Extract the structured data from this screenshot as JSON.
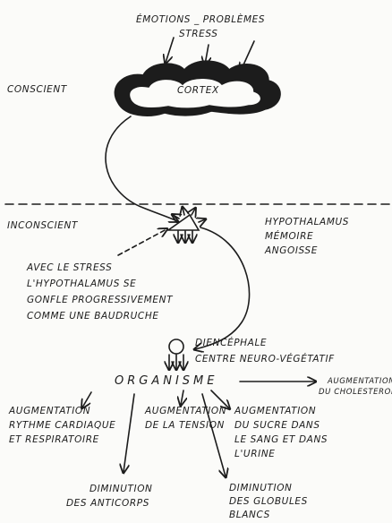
{
  "header": {
    "line1": "ÉMOTIONS _ PROBLÈMES",
    "line2": "STRESS"
  },
  "zones": {
    "conscient": "CONSCIENT",
    "inconscient": "INCONSCIENT"
  },
  "cortex": "CORTEX",
  "hypothalamus": {
    "line1": "HYPOTHALAMUS",
    "line2": "MÉMOIRE",
    "line3": "ANGOISSE"
  },
  "stress_note": {
    "line1": "AVEC LE STRESS",
    "line2": "L'HYPOTHALAMUS SE",
    "line3": "GONFLE PROGRESSIVEMENT",
    "line4": "COMME UNE BAUDRUCHE"
  },
  "diencephale": {
    "line1": "DIENCÉPHALE",
    "line2": "CENTRE NEURO-VÉGÉTATIF"
  },
  "organisme": "ORGANISME",
  "effects": {
    "cholesterol": {
      "line1": "AUGMENTATION",
      "line2": "DU CHOLESTEROL"
    },
    "rythme": {
      "line1": "AUGMENTATION",
      "line2": "RYTHME CARDIAQUE",
      "line3": "ET RESPIRATOIRE"
    },
    "tension": {
      "line1": "AUGMENTATION",
      "line2": "DE LA TENSION"
    },
    "sucre": {
      "line1": "AUGMENTATION",
      "line2": "DU SUCRE DANS",
      "line3": "LE SANG ET DANS",
      "line4": "L'URINE"
    },
    "anticorps": {
      "line1": "DIMINUTION",
      "line2": "DES ANTICORPS"
    },
    "globules": {
      "line1": "DIMINUTION",
      "line2": "DES GLOBULES",
      "line3": "BLANCS"
    }
  }
}
